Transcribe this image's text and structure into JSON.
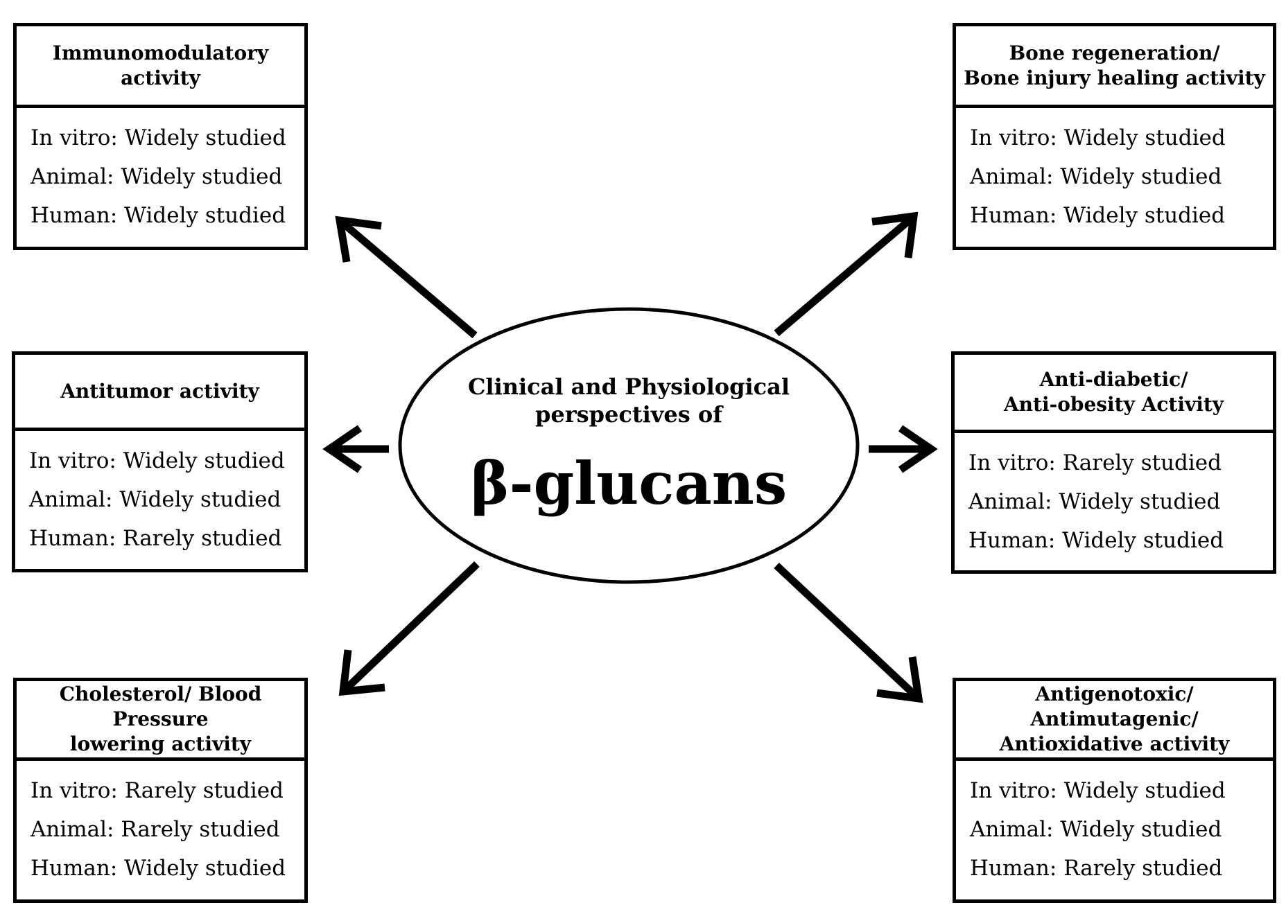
{
  "center": {
    "subtitle_line1": "Clinical and Physiological",
    "subtitle_line2": "perspectives of",
    "title": "β-glucans"
  },
  "boxes": [
    {
      "header_line1": "Immunomodulatory activity",
      "header_line2": "",
      "in_vitro": "In vitro: Widely studied",
      "animal": "Animal: Widely studied",
      "human": "Human: Widely studied"
    },
    {
      "header_line1": "Bone regeneration/",
      "header_line2": "Bone injury healing activity",
      "in_vitro": "In vitro: Widely studied",
      "animal": "Animal: Widely studied",
      "human": "Human: Widely studied"
    },
    {
      "header_line1": "Antitumor activity",
      "header_line2": "",
      "in_vitro": "In vitro: Widely studied",
      "animal": "Animal: Widely studied",
      "human": "Human: Rarely studied"
    },
    {
      "header_line1": "Anti-diabetic/",
      "header_line2": "Anti-obesity Activity",
      "in_vitro": "In vitro: Rarely studied",
      "animal": "Animal: Widely studied",
      "human": "Human: Widely studied"
    },
    {
      "header_line1": "Cholesterol/ Blood Pressure",
      "header_line2": "lowering activity",
      "in_vitro": "In vitro: Rarely studied",
      "animal": "Animal: Rarely studied",
      "human": "Human: Widely studied"
    },
    {
      "header_line1": "Antigenotoxic/ Antimutagenic/",
      "header_line2": "Antioxidative activity",
      "in_vitro": "In vitro: Widely studied",
      "animal": "Animal: Widely studied",
      "human": "Human: Rarely studied"
    }
  ]
}
